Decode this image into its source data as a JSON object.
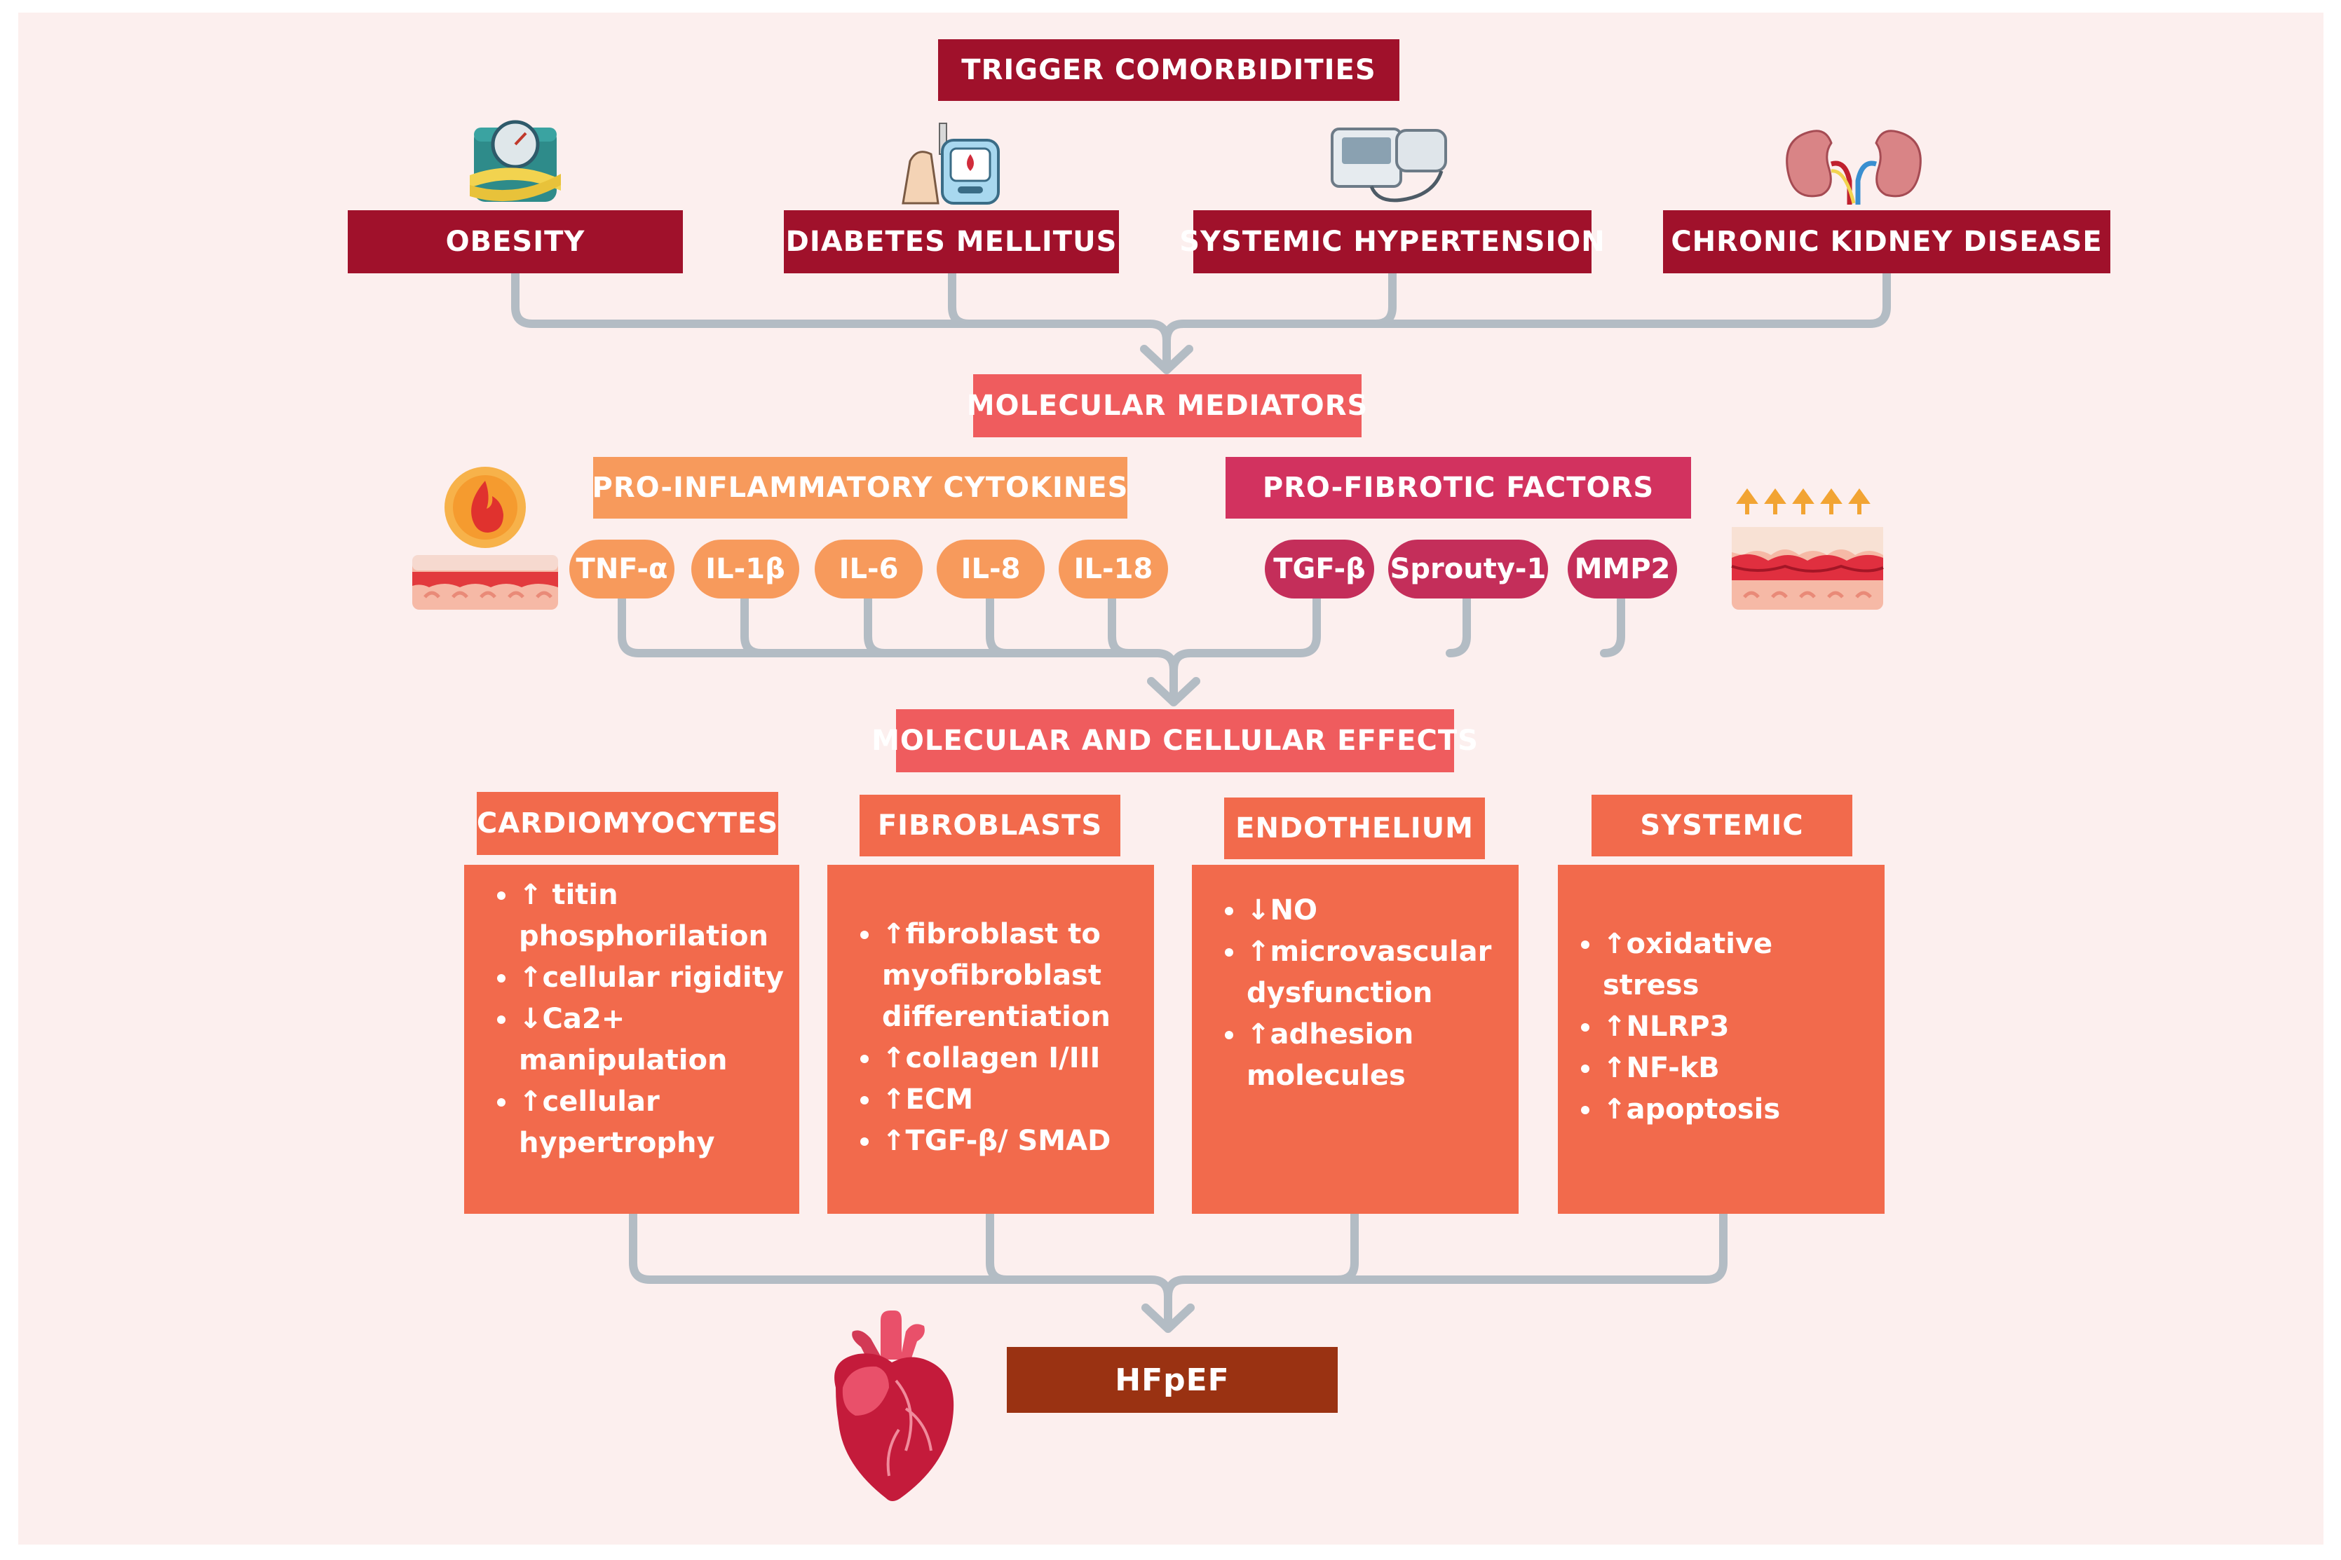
{
  "title": "TRIGGER COMORBIDITIES",
  "comorbidities": [
    {
      "label": "OBESITY",
      "icon": "scale-tape-icon"
    },
    {
      "label": "DIABETES MELLITUS",
      "icon": "glucometer-icon"
    },
    {
      "label": "SYSTEMIC HYPERTENSION",
      "icon": "blood-pressure-monitor-icon"
    },
    {
      "label": "CHRONIC KIDNEY DISEASE",
      "icon": "kidneys-icon"
    }
  ],
  "mediators": {
    "title": "MOLECULAR MEDIATORS",
    "inflammatory": {
      "title": "PRO-INFLAMMATORY CYTOKINES",
      "items": [
        "TNF-α",
        "IL-1β",
        "IL-6",
        "IL-8",
        "IL-18"
      ],
      "icon": "inflamed-skin-icon"
    },
    "fibrotic": {
      "title": "PRO-FIBROTIC FACTORS",
      "items": [
        "TGF-β",
        "Sprouty-1",
        "MMP2"
      ],
      "icon": "fibrotic-tissue-icon"
    }
  },
  "effects": {
    "title": "MOLECULAR AND CELLULAR EFFECTS",
    "columns": [
      {
        "title": "CARDIOMYOCYTES",
        "items": [
          "↑ titin phosphorilation",
          "↑cellular rigidity",
          "↓Ca2+ manipulation",
          "↑cellular hypertrophy"
        ]
      },
      {
        "title": "FIBROBLASTS",
        "items": [
          "↑fibroblast to myofibroblast differentiation",
          "↑collagen I/III",
          "↑ECM",
          "↑TGF-β/ SMAD"
        ]
      },
      {
        "title": "ENDOTHELIUM",
        "items": [
          "↓NO",
          "↑microvascular dysfunction",
          "↑adhesion molecules"
        ]
      },
      {
        "title": "SYSTEMIC",
        "items": [
          "↑oxidative stress",
          "↑NLRP3",
          "↑NF-kB",
          "↑apoptosis"
        ]
      }
    ]
  },
  "outcome": {
    "label": "HFpEF",
    "icon": "heart-icon"
  },
  "colors": {
    "background": "#fcefee",
    "dark_red": "#a0112b",
    "mediator_red": "#ef5c5e",
    "cytokine_orange": "#f79a5c",
    "fibrotic_pink": "#c42e5a",
    "effect_coral": "#f26a4c",
    "outcome_brown": "#9a3212",
    "connector_gray": "#b3bcc4"
  }
}
